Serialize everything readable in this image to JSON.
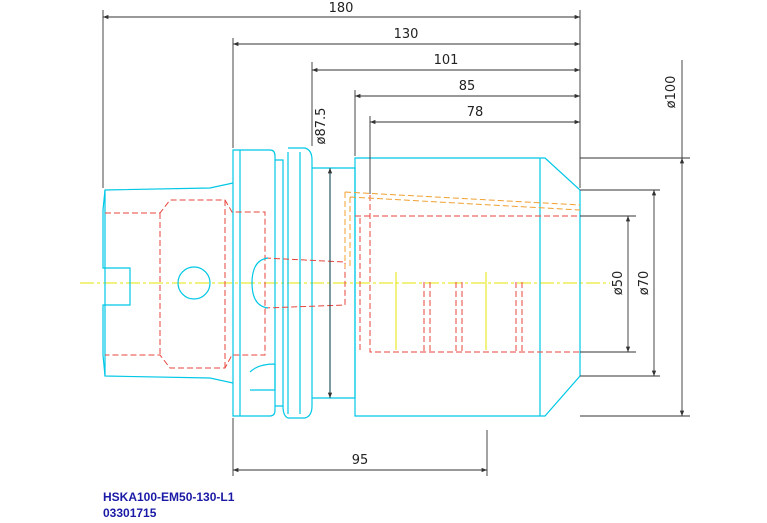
{
  "drawing": {
    "colors": {
      "outline": "#00c8e6",
      "hidden_red": "#e8453c",
      "hidden_orange": "#f0a030",
      "centerline": "#e6e600",
      "dimension": "#333333"
    },
    "dimensions": {
      "d180": "180",
      "d130": "130",
      "d101": "101",
      "d85": "85",
      "d78": "78",
      "d95": "95",
      "dia100": "ø100",
      "dia87_5": "ø87.5",
      "dia70": "ø70",
      "dia50": "ø50"
    }
  },
  "caption": {
    "model": "HSKA100-EM50-130-L1",
    "code": "03301715"
  }
}
